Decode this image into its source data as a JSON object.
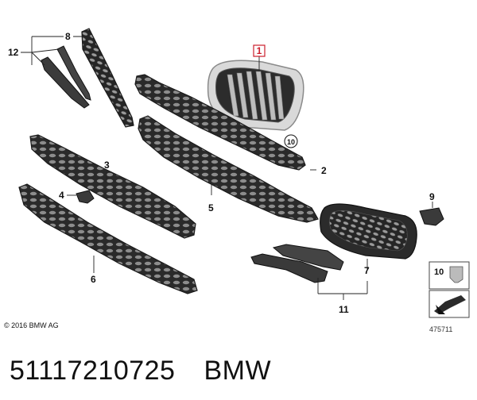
{
  "callouts": {
    "c1": "1",
    "c2": "2",
    "c3": "3",
    "c4": "4",
    "c5": "5",
    "c6": "6",
    "c7": "7",
    "c8": "8",
    "c9": "9",
    "c10": "10",
    "c11": "11",
    "c12": "12"
  },
  "legend": {
    "label": "10"
  },
  "copyright": "© 2016 BMW AG",
  "diagram_number": "475711",
  "part_number": "51117210725",
  "brand": "BMW",
  "colors": {
    "highlight": "#cc1f2d",
    "part_fill": "#3a3a3a",
    "part_dark": "#1f1f1f",
    "leader": "#222222"
  }
}
